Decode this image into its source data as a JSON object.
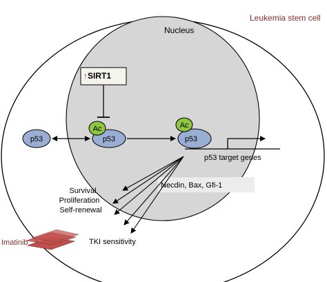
{
  "cell_label": "Leukemia stem cell",
  "nucleus_label": "Nucleus",
  "sirt1": {
    "arrow": "↑",
    "label": "SIRT1",
    "arrow_color": "#7b2d8e"
  },
  "p53_cytoplasm": "p53",
  "p53_acetylated": "p53",
  "p53_bound": "p53",
  "ac_label_1": "Ac",
  "ac_label_2": "Ac",
  "target_genes_label": "p53 target genes",
  "targets_box": "Necdin, Bax, Gfi-1",
  "outcomes": [
    "Survival",
    "Proliferation",
    "Self-renewal"
  ],
  "tki_label": "TKI sensitivity",
  "drug_label": "Imatinib",
  "colors": {
    "cell_label": "#8b2a2a",
    "drug_label": "#8b2a2a",
    "nucleus_fill": "#d6d6d6",
    "p53_fill": "#9aaed4",
    "ac_fill": "#8dc63f",
    "sirt1_box_fill": "#f4f4ec",
    "targets_box_fill": "#ececec",
    "pill_fill": "#c0504d"
  },
  "icons": [
    "inhibition-bar",
    "double-arrow",
    "promoter-arrow",
    "pill-icon"
  ]
}
